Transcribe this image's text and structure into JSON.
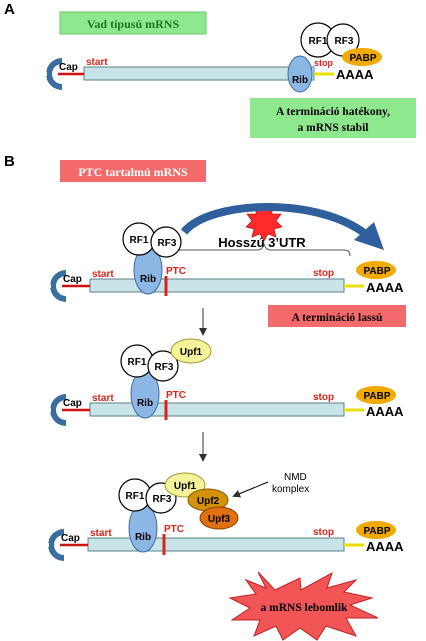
{
  "colors": {
    "mrna_fill": "#c9e4e8",
    "mrna_stroke": "#5a7f86",
    "cbp": "#3a6e9e",
    "cap_line": "#cc1111",
    "marker_red": "#d9241a",
    "rib_fill": "#8cb6e3",
    "rib_stroke": "#3d6fa5",
    "pabp_fill": "#f2a900",
    "polya_line": "#e8e000",
    "upf1_fill": "#f4f29a",
    "upf2_fill": "#d4920a",
    "upf3_fill": "#e07010",
    "green_box": "#8ee88e",
    "red_box": "#f46a6a",
    "burst": "#ff2a2a",
    "arrow_blue": "#2f5f9c"
  },
  "panel_a": {
    "label": "A",
    "title": "Vad típusú mRNS",
    "cbp": "CBP",
    "cap": "Cap",
    "start": "start",
    "rf1": "RF1",
    "rf3": "RF3",
    "rib": "Rib",
    "stop": "stop",
    "pabp": "PABP",
    "polya": "AAAA",
    "note_line1": "A  termináció hatékony,",
    "note_line2": "a mRNS stabil"
  },
  "panel_b": {
    "label": "B",
    "title": "PTC tartalmú mRNS",
    "utr": "Hosszú 3’UTR",
    "slow_note": "A termináció lassú",
    "nmd_line1": "NMD",
    "nmd_line2": "komplex",
    "decay_note": "a mRNS lebomlik",
    "cbp": "CBP",
    "cap": "Cap",
    "start": "start",
    "ptc": "PTC",
    "stop": "stop",
    "rf1": "RF1",
    "rf3": "RF3",
    "rib": "Rib",
    "upf1": "Upf1",
    "upf2": "Upf2",
    "upf3": "Upf3",
    "pabp": "PABP",
    "polya": "AAAA"
  }
}
